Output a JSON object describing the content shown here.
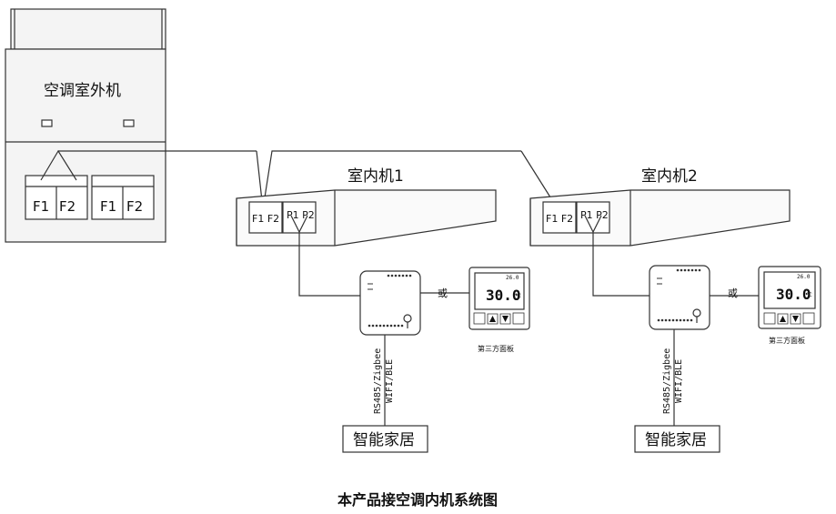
{
  "outdoor_unit": {
    "label": "空调室外机",
    "terminal_blocks": [
      {
        "left": "F1",
        "right": "F2"
      },
      {
        "left": "F1",
        "right": "F2"
      }
    ]
  },
  "indoor_units": [
    {
      "label": "室内机1",
      "f_terminals": "F1 F2",
      "p_terminals": "P1 P2",
      "bus_label_line1": "RS485/Zigbee",
      "bus_label_line2": "WIFI/BLE",
      "smart_home_label": "智能家居",
      "or_label": "或",
      "panel_caption": "第三方面板",
      "panel": {
        "temp": "30.0",
        "unit": "℃",
        "corner": "26.0"
      }
    },
    {
      "label": "室内机2",
      "f_terminals": "F1 F2",
      "p_terminals": "P1 P2",
      "bus_label_line1": "RS485/Zigbee",
      "bus_label_line2": "WIFI/BLE",
      "smart_home_label": "智能家居",
      "or_label": "或",
      "panel_caption": "第三方面板",
      "panel": {
        "temp": "30.0",
        "unit": "℃",
        "corner": "26.0"
      }
    }
  ],
  "caption": "本产品接空调内机系统图"
}
